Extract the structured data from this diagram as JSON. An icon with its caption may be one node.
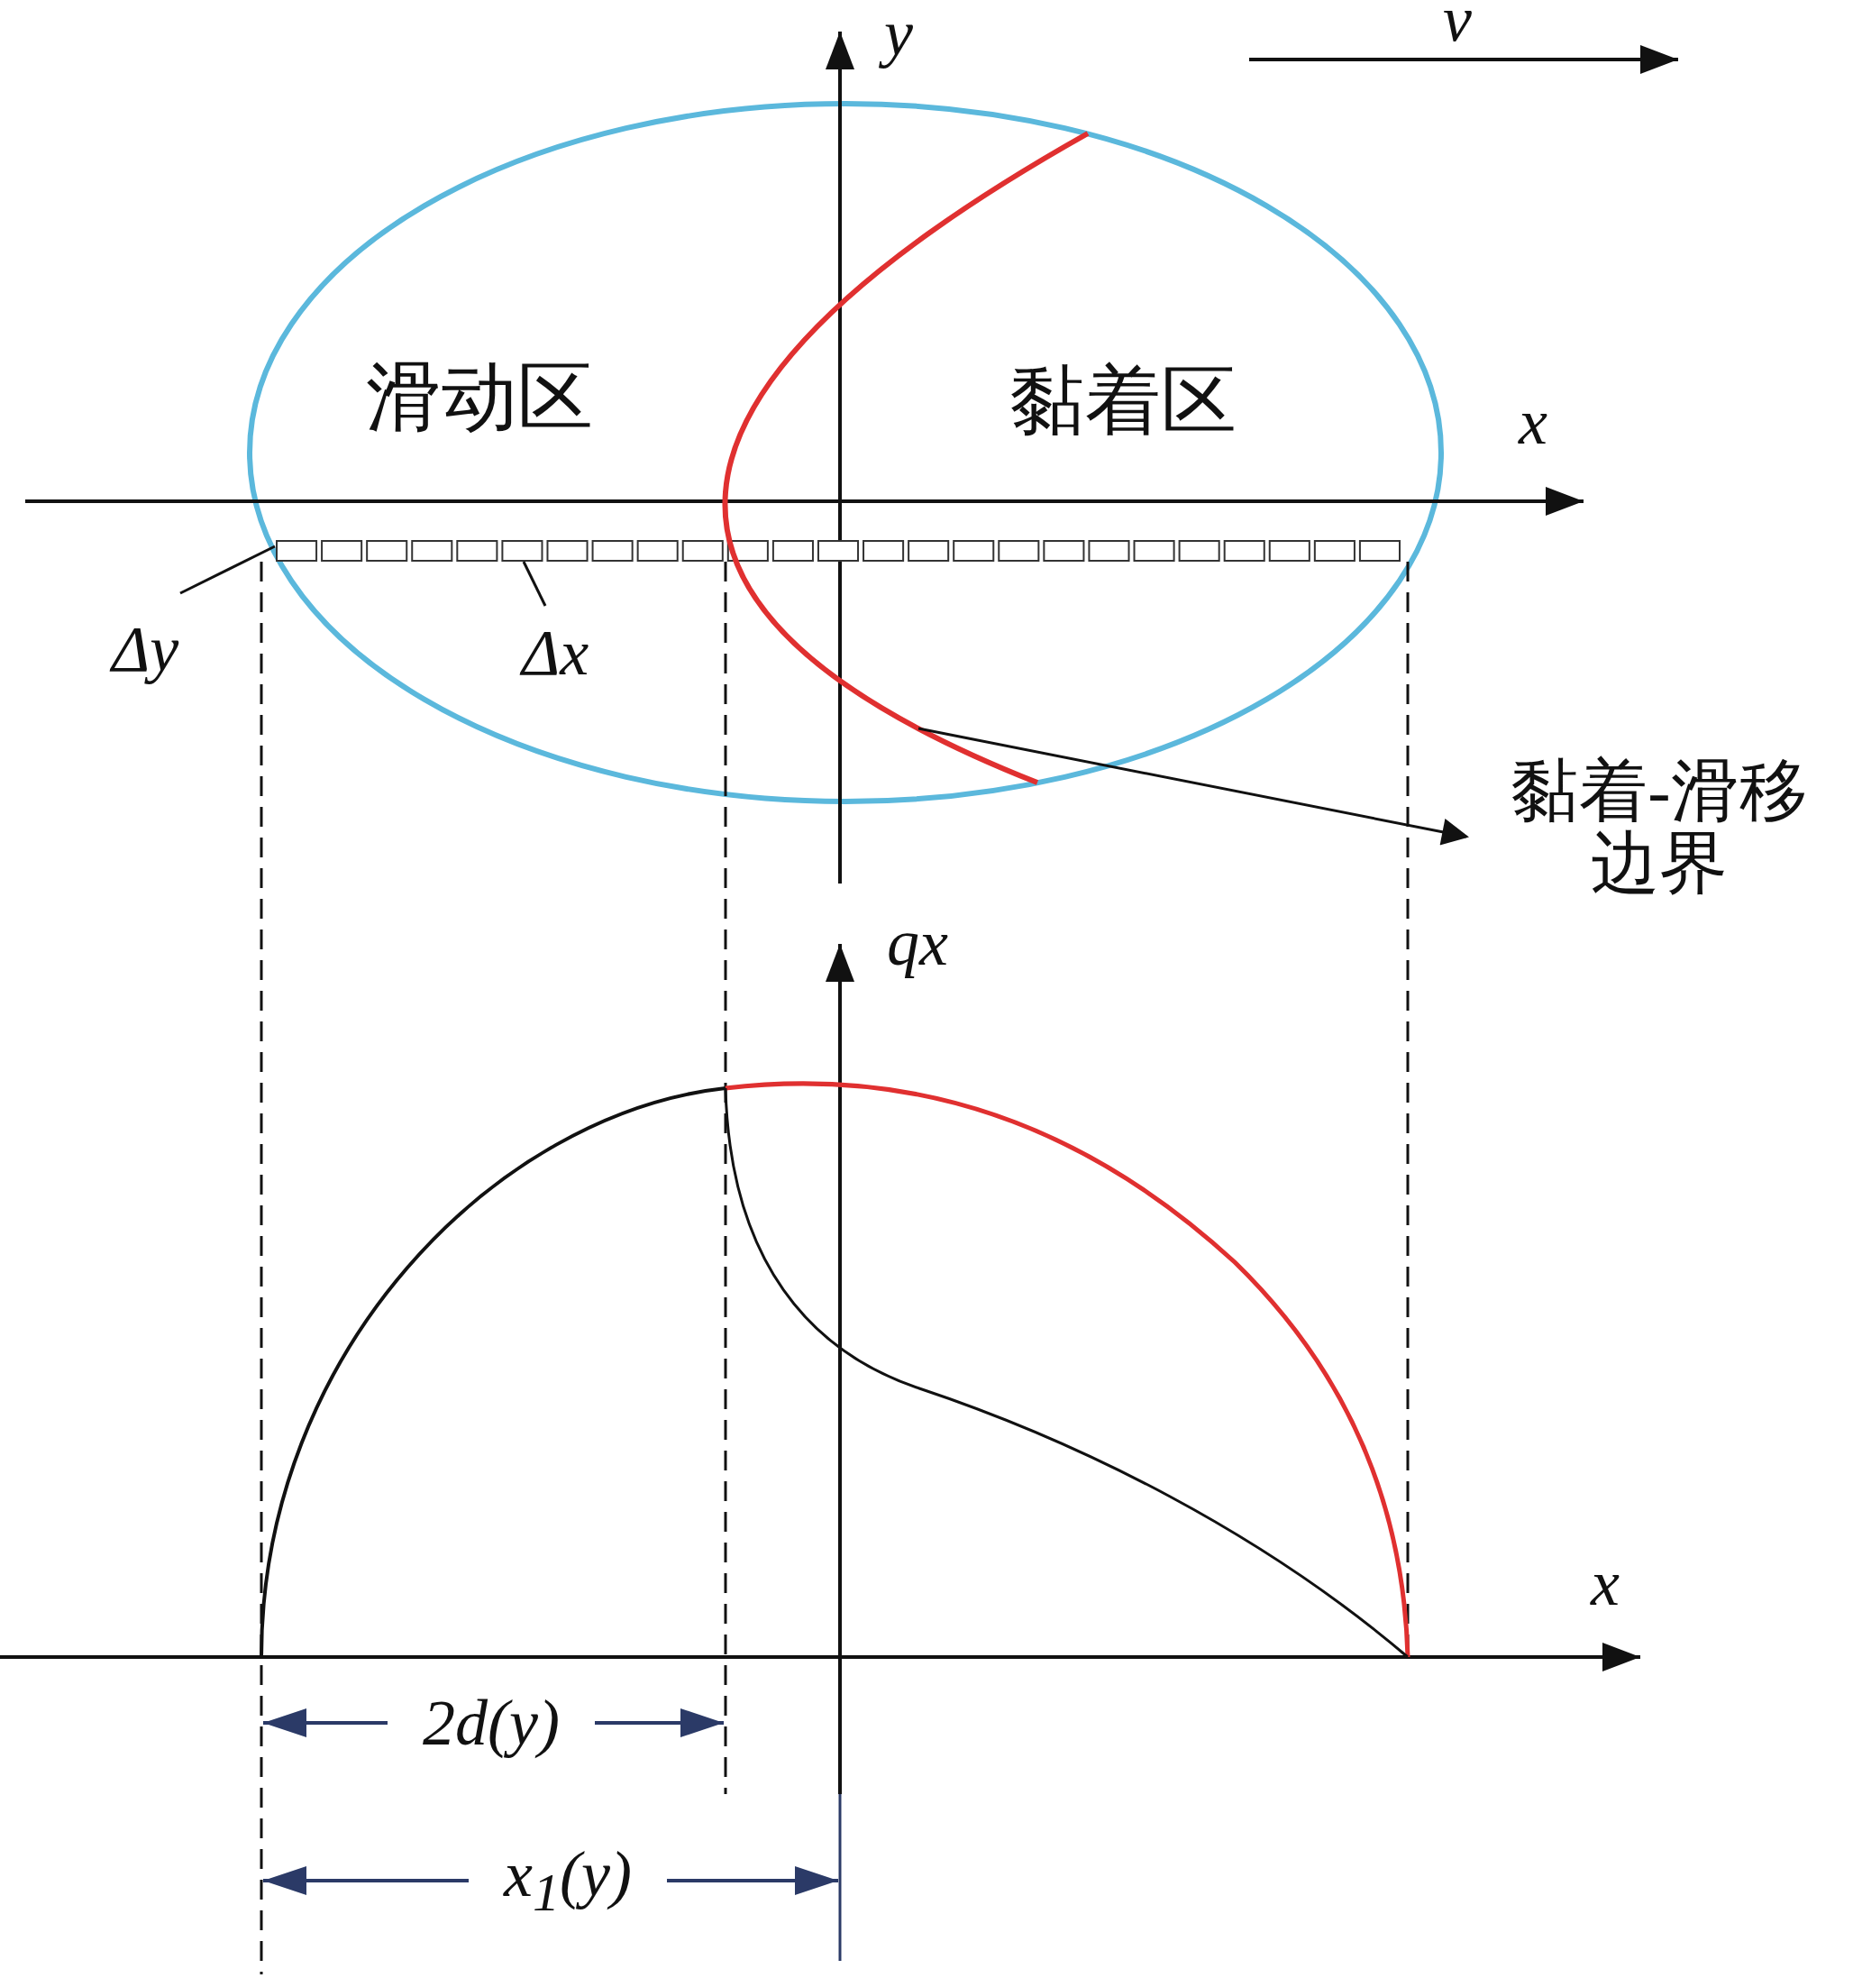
{
  "diagram": {
    "nodes": [
      {
        "text": [],
        "shape": "curve"
      },
      {
        "text": [
          "黏着-滑移边界"
        ]
      },
      {
        "text": [
          "Δy"
        ]
      },
      {
        "text": [],
        "shape": "box"
      },
      {
        "text": [
          "Δx"
        ]
      },
      {
        "text": [],
        "shape": "box"
      }
    ],
    "edges": [
      {
        "from": 0,
        "to": 1,
        "arrow": "to"
      },
      {
        "from": 2,
        "to": 3,
        "arrow": "none"
      },
      {
        "from": 4,
        "to": 5,
        "arrow": "none"
      }
    ],
    "labels": [
      "y",
      "v",
      "滑动区",
      "黏着区",
      "x",
      "qx",
      "x",
      "2d(y)",
      "x$_{1}$(y)"
    ]
  }
}
